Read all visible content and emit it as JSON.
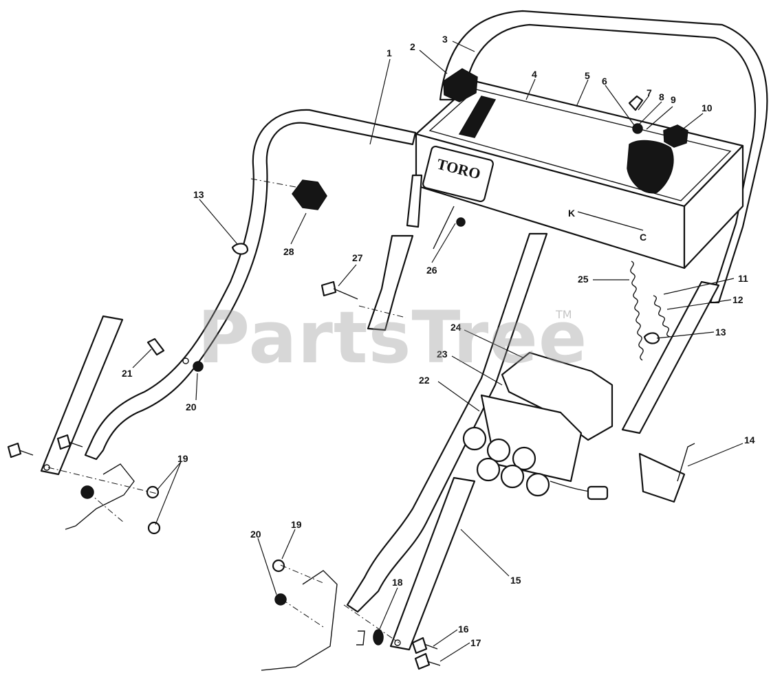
{
  "brand_text": "TORO",
  "control_marks": {
    "left": "K",
    "right": "C"
  },
  "watermark": {
    "text": "PartsTree",
    "tm": "TM"
  },
  "callouts": {
    "c1": "1",
    "c2": "2",
    "c3": "3",
    "c4": "4",
    "c5": "5",
    "c6": "6",
    "c7": "7",
    "c8": "8",
    "c9": "9",
    "c10": "10",
    "c11": "11",
    "c12": "12",
    "c13a": "13",
    "c13b": "13",
    "c14": "14",
    "c15": "15",
    "c16": "16",
    "c17": "17",
    "c18": "18",
    "c19a": "19",
    "c19b": "19",
    "c20a": "20",
    "c20b": "20",
    "c21": "21",
    "c22": "22",
    "c23": "23",
    "c24": "24",
    "c25": "25",
    "c26": "26",
    "c27": "27",
    "c28": "28"
  }
}
